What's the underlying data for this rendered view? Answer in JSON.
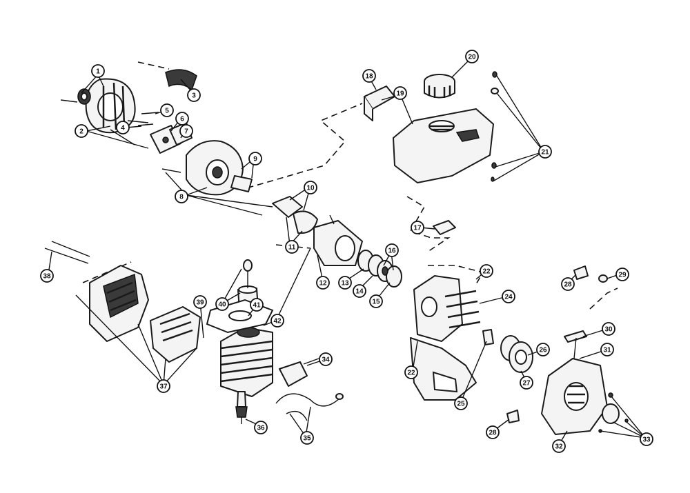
{
  "callouts": [
    {
      "label": "1"
    },
    {
      "label": "2"
    },
    {
      "label": "3"
    },
    {
      "label": "4"
    },
    {
      "label": "5"
    },
    {
      "label": "6"
    },
    {
      "label": "7"
    },
    {
      "label": "8"
    },
    {
      "label": "9"
    },
    {
      "label": "10"
    },
    {
      "label": "11"
    },
    {
      "label": "12"
    },
    {
      "label": "13"
    },
    {
      "label": "14"
    },
    {
      "label": "15"
    },
    {
      "label": "16"
    },
    {
      "label": "17"
    },
    {
      "label": "18"
    },
    {
      "label": "19"
    },
    {
      "label": "20"
    },
    {
      "label": "21"
    },
    {
      "label": "22"
    },
    {
      "label": "22"
    },
    {
      "label": "24"
    },
    {
      "label": "25"
    },
    {
      "label": "26"
    },
    {
      "label": "27"
    },
    {
      "label": "28"
    },
    {
      "label": "28"
    },
    {
      "label": "29"
    },
    {
      "label": "30"
    },
    {
      "label": "31"
    },
    {
      "label": "32"
    },
    {
      "label": "33"
    },
    {
      "label": "34"
    },
    {
      "label": "35"
    },
    {
      "label": "36"
    },
    {
      "label": "37"
    },
    {
      "label": "38"
    },
    {
      "label": "39"
    },
    {
      "label": "40"
    },
    {
      "label": "41"
    },
    {
      "label": "42"
    }
  ]
}
